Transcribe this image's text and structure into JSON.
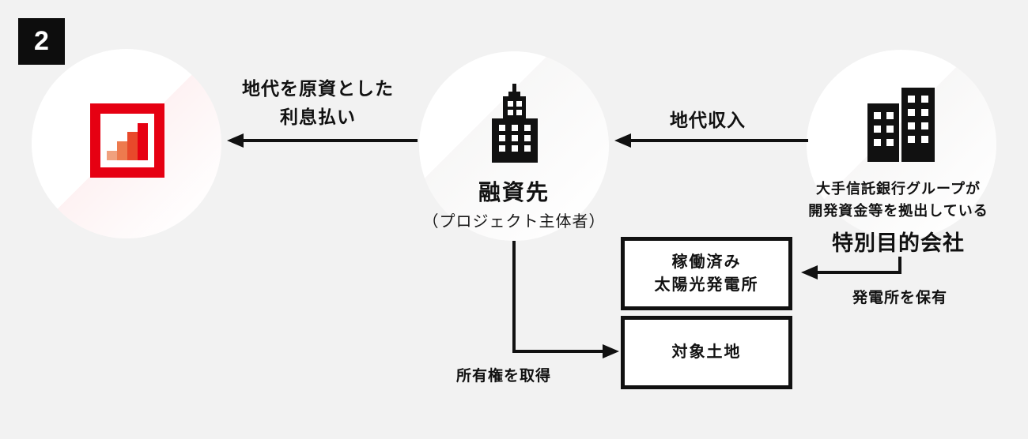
{
  "badge": {
    "number": "2"
  },
  "nodes": {
    "company": {
      "icon": "bar-chart-logo-icon"
    },
    "lender": {
      "icon": "office-building-icon",
      "title": "融資先",
      "subtitle": "（プロジェクト主体者）"
    },
    "spv": {
      "icon": "twin-buildings-icon",
      "desc_line1": "大手信託銀行グループが",
      "desc_line2": "開発資金等を拠出している",
      "title": "特別目的会社"
    }
  },
  "flows": {
    "interest": {
      "label_line1": "地代を原資とした",
      "label_line2": "利息払い"
    },
    "rent": {
      "label": "地代収入"
    },
    "own_plant": {
      "label": "発電所を保有"
    },
    "acquire_land": {
      "label": "所有権を取得"
    }
  },
  "boxes": {
    "solar": {
      "line1": "稼働済み",
      "line2": "太陽光発電所"
    },
    "land": {
      "label": "対象土地"
    }
  },
  "colors": {
    "background": "#f2f2f2",
    "ink": "#111111",
    "accent_red": "#e60012",
    "logo_bar_colors": [
      "#f0a17e",
      "#ed7a4e",
      "#e8492b",
      "#e60012"
    ]
  }
}
